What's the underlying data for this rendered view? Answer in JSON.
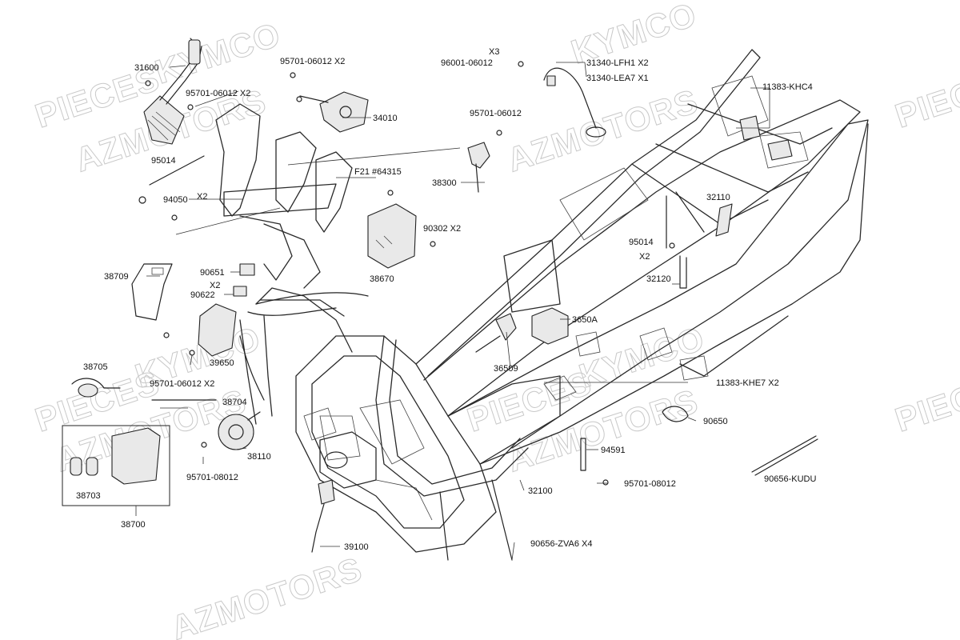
{
  "watermarks": [
    {
      "text": "PIECES"
    },
    {
      "text": "KYMCO"
    },
    {
      "text": "AZMOTORS"
    },
    {
      "text": "KYMCO"
    },
    {
      "text": "AZMOTORS"
    },
    {
      "text": "PIECES"
    },
    {
      "text": "PIECES"
    },
    {
      "text": "KYMCO"
    },
    {
      "text": "AZMOTORS"
    },
    {
      "text": "PIECES"
    },
    {
      "text": "KYMCO"
    },
    {
      "text": "AZMOTORS"
    },
    {
      "text": "PIECES"
    },
    {
      "text": "AZMOTORS"
    }
  ],
  "labels": [
    {
      "id": "l31600",
      "text": "31600"
    },
    {
      "id": "l95701a",
      "text": "95701-06012 X2"
    },
    {
      "id": "l95701b",
      "text": "95701-06012 X2"
    },
    {
      "id": "l34010",
      "text": "34010"
    },
    {
      "id": "lx3",
      "text": "X3"
    },
    {
      "id": "l96001",
      "text": "96001-06012"
    },
    {
      "id": "l31340a",
      "text": "31340-LFH1 X2"
    },
    {
      "id": "l31340b",
      "text": "31340-LEA7 X1"
    },
    {
      "id": "l11383a",
      "text": "11383-KHC4"
    },
    {
      "id": "l95701c",
      "text": "95701-06012"
    },
    {
      "id": "l95014a",
      "text": "95014"
    },
    {
      "id": "lf21",
      "text": "F21 #64315"
    },
    {
      "id": "l38300",
      "text": "38300"
    },
    {
      "id": "l94050",
      "text": "94050"
    },
    {
      "id": "lx2a",
      "text": "X2"
    },
    {
      "id": "l90302",
      "text": "90302  X2"
    },
    {
      "id": "l32110",
      "text": "32110"
    },
    {
      "id": "l95014b",
      "text": "95014"
    },
    {
      "id": "lx2b",
      "text": "X2"
    },
    {
      "id": "l38709",
      "text": "38709"
    },
    {
      "id": "l90651",
      "text": "90651"
    },
    {
      "id": "lx2c",
      "text": "X2"
    },
    {
      "id": "l90622",
      "text": "90622"
    },
    {
      "id": "l38670",
      "text": "38670"
    },
    {
      "id": "l32120",
      "text": "32120"
    },
    {
      "id": "l3650a",
      "text": "3650A"
    },
    {
      "id": "l39650",
      "text": "39650"
    },
    {
      "id": "l36509",
      "text": "36509"
    },
    {
      "id": "l38705",
      "text": "38705"
    },
    {
      "id": "l95701d",
      "text": "95701-06012 X2"
    },
    {
      "id": "l11383b",
      "text": "11383-KHE7 X2"
    },
    {
      "id": "l38704",
      "text": "38704"
    },
    {
      "id": "l90650",
      "text": "90650"
    },
    {
      "id": "l38110",
      "text": "38110"
    },
    {
      "id": "l94591",
      "text": "94591"
    },
    {
      "id": "l38703",
      "text": "38703"
    },
    {
      "id": "l95701e",
      "text": "95701-08012"
    },
    {
      "id": "l32100",
      "text": "32100"
    },
    {
      "id": "l95701f",
      "text": "95701-08012"
    },
    {
      "id": "l90656a",
      "text": "90656-KUDU"
    },
    {
      "id": "l38700",
      "text": "38700"
    },
    {
      "id": "l90656b",
      "text": "90656-ZVA6 X4"
    },
    {
      "id": "l39100",
      "text": "39100"
    }
  ]
}
